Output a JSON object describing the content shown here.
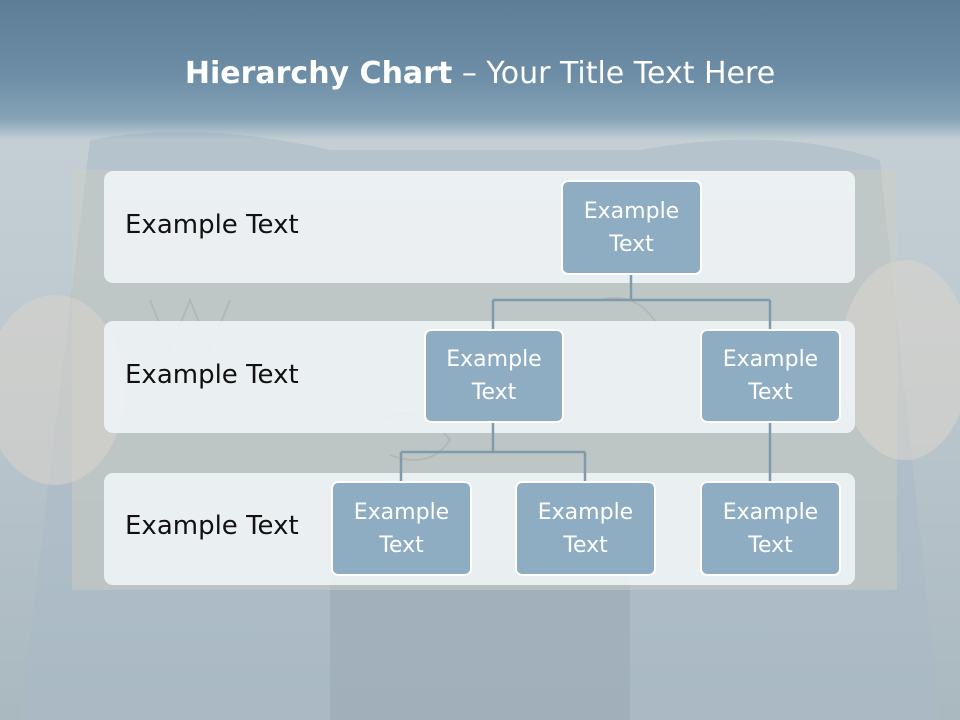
{
  "slide": {
    "title_bold": "Hierarchy Chart",
    "title_rest": " – Your Title Text Here"
  },
  "levels": [
    {
      "label": "Example Text"
    },
    {
      "label": "Example Text"
    },
    {
      "label": "Example Text"
    }
  ],
  "nodes": {
    "root": {
      "line1": "Example",
      "line2": "Text"
    },
    "l2_left": {
      "line1": "Example",
      "line2": "Text"
    },
    "l2_right": {
      "line1": "Example",
      "line2": "Text"
    },
    "l3_a": {
      "line1": "Example",
      "line2": "Text"
    },
    "l3_b": {
      "line1": "Example",
      "line2": "Text"
    },
    "l3_c": {
      "line1": "Example",
      "line2": "Text"
    }
  },
  "colors": {
    "node_fill": "#8fadc2",
    "connector": "#7f9aad",
    "header": "#6d8ea6"
  }
}
